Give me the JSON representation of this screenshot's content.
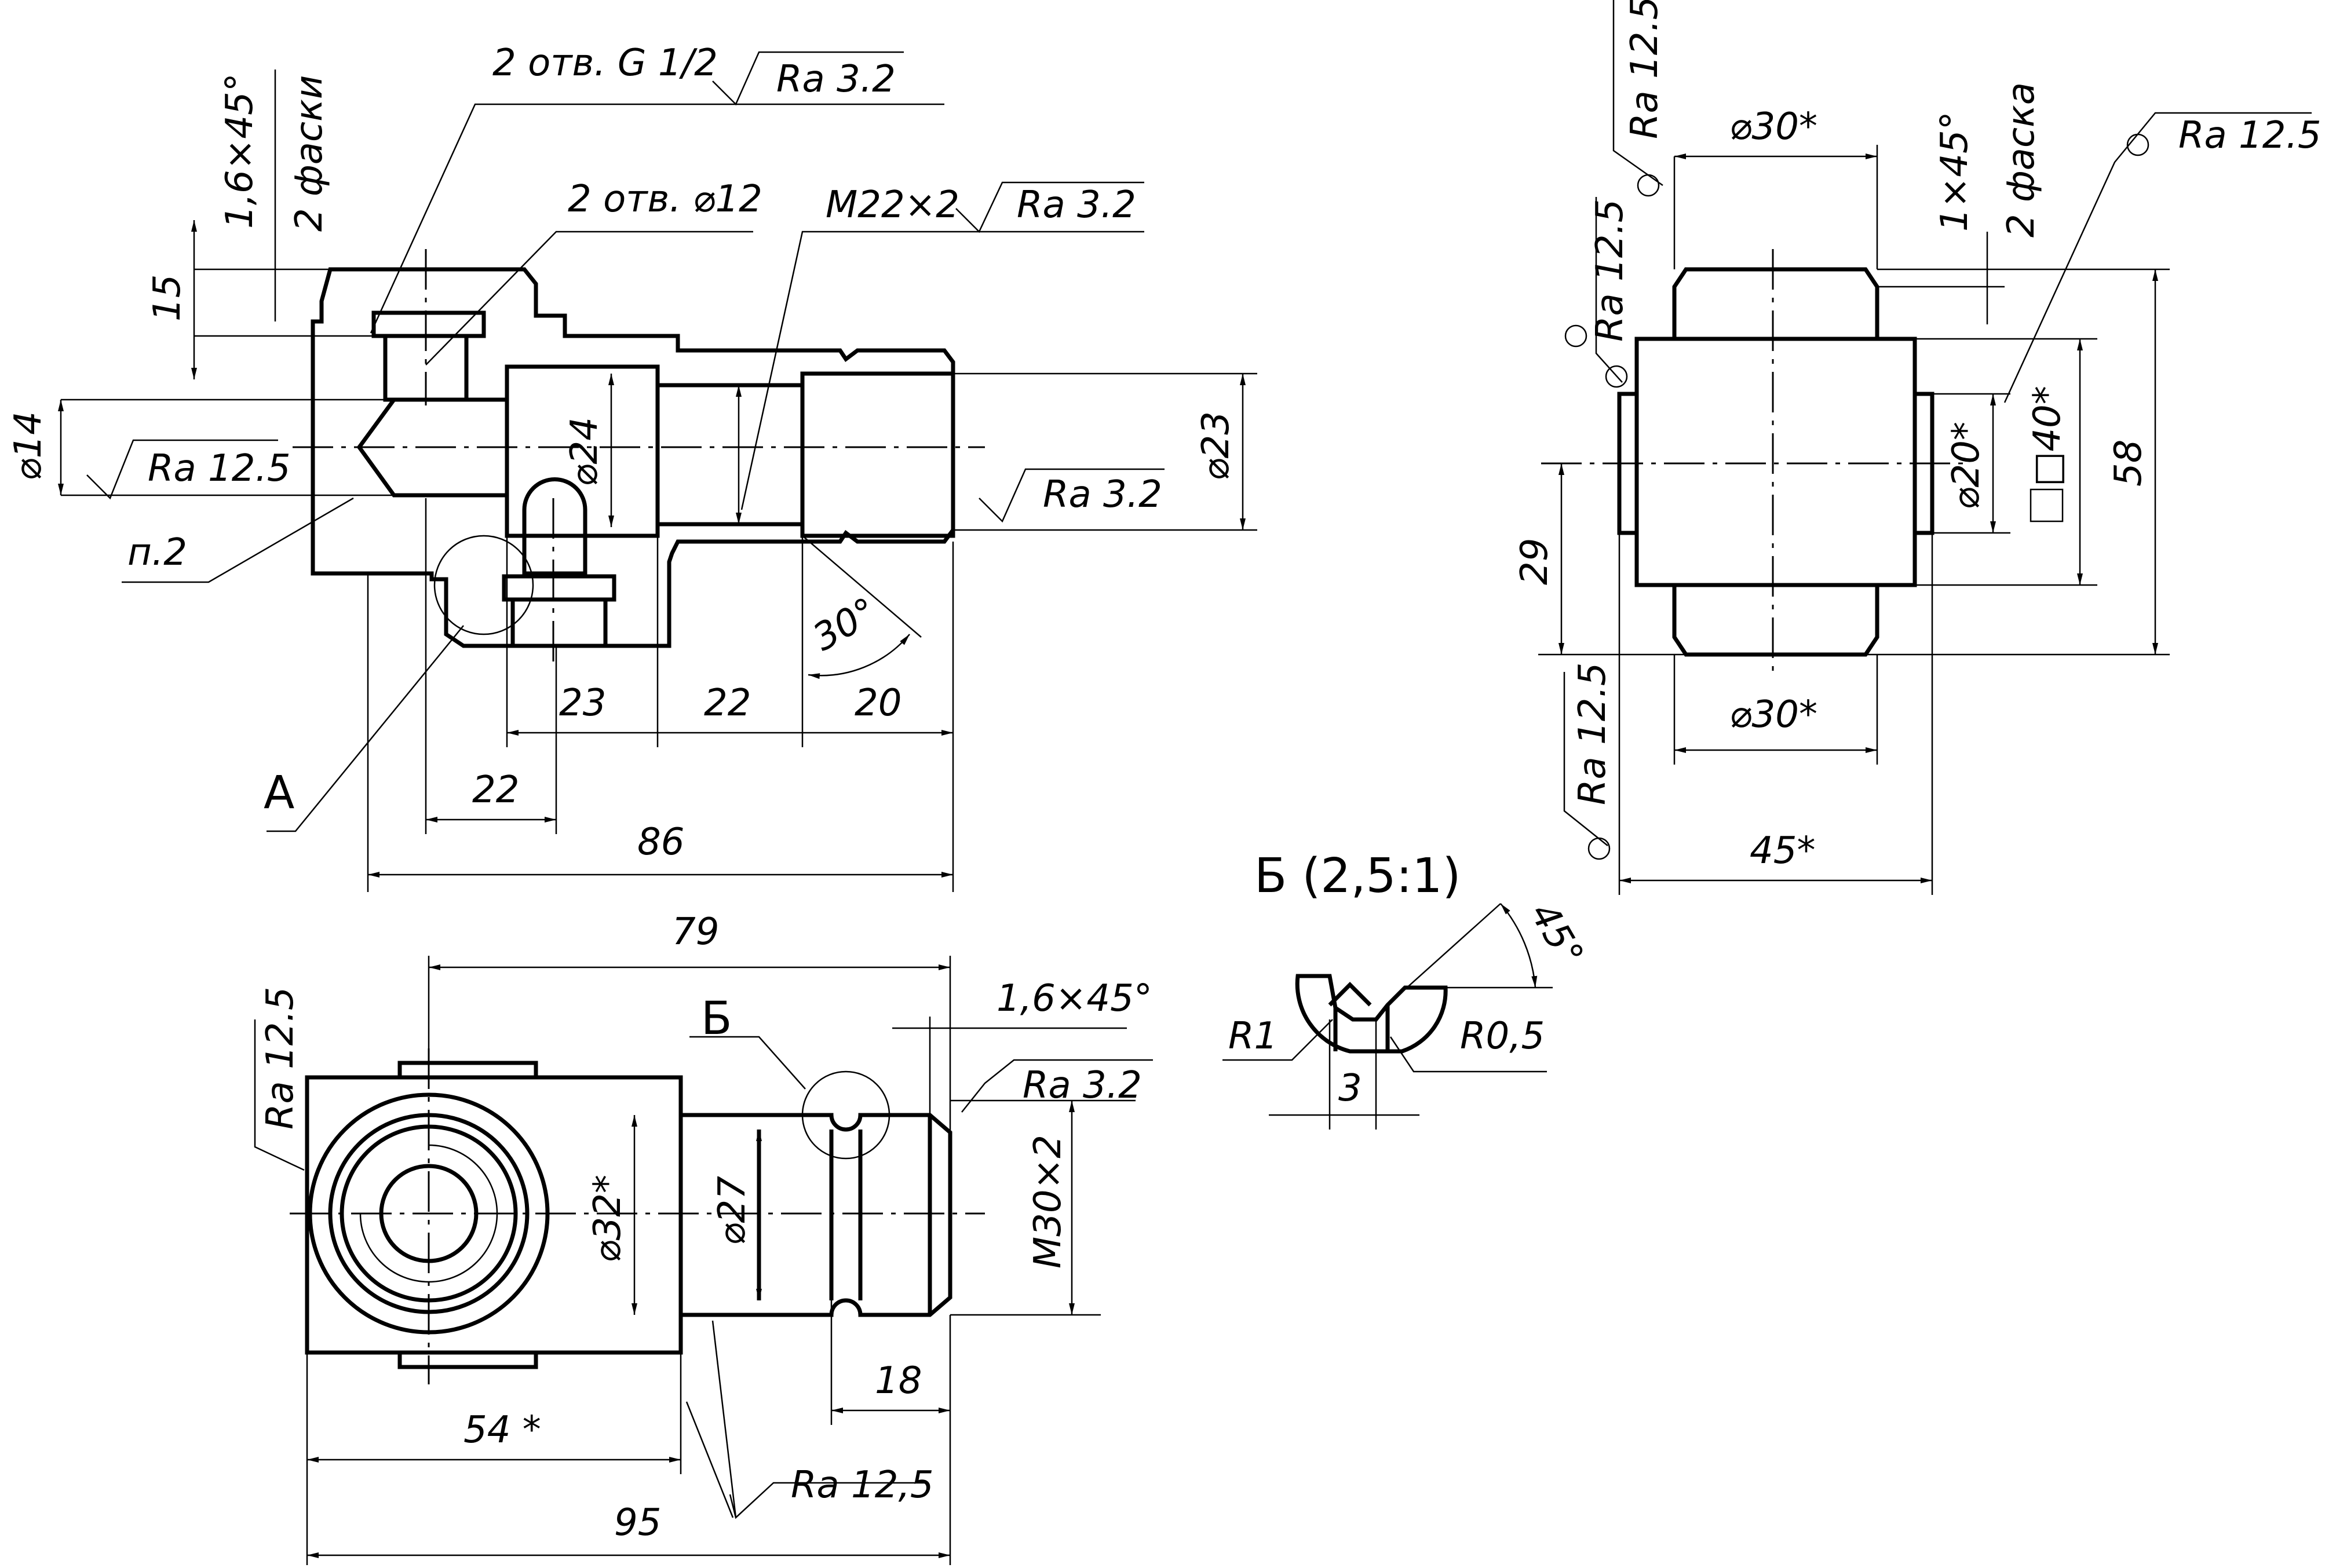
{
  "section_view": {
    "holes_thread": "2 отв. G 1/2",
    "holes_thread_ra": "Ra 3.2",
    "holes_12": "2 отв. ⌀12",
    "thread_m22": "M22×2",
    "thread_m22_ra": "Ra 3.2",
    "chamfer": "1,6×45°",
    "chamfer_count": "2 фаски",
    "dim_15": "15",
    "dim_d14": "⌀14",
    "ra_12_5": "Ra 12.5",
    "note_p2": "п.2",
    "dim_d24": "⌀24",
    "dim_d23": "⌀23",
    "ra_3_2_right": "Ra 3.2",
    "angle_30": "30°",
    "dim_23": "23",
    "dim_22a": "22",
    "dim_20": "20",
    "dim_22b": "22",
    "dim_86": "86",
    "view_a_label": "А"
  },
  "plan_view": {
    "dim_79": "79",
    "detail_label": "Б",
    "chamfer": "1,6×45°",
    "ra_3_2": "Ra 3.2",
    "ra_12_5_left": "Ra 12.5",
    "dim_d32": "⌀32*",
    "dim_d27": "⌀27",
    "thread_m30": "M30×2",
    "dim_18": "18",
    "dim_54": "54 *",
    "ra_12_5_bottom": "Ra 12,5",
    "dim_95": "95"
  },
  "side_view": {
    "ra_12_5_top": "Ra 12.5",
    "dim_d30_top": "⌀30*",
    "chamfer": "1×45°",
    "chamfer_count": "2 фаска",
    "ra_12_5_right": "Ra 12.5",
    "ra_12_5_left_upper": "Ra 12.5",
    "dim_d20": "⌀20*",
    "dim_sq40": "□40*",
    "dim_58": "58",
    "dim_29": "29",
    "dim_d30_bottom": "⌀30*",
    "ra_12_5_left_lower": "Ra 12.5",
    "dim_45": "45*"
  },
  "detail_view": {
    "title": "Б  (2,5:1)",
    "angle_45": "45°",
    "r1": "R1",
    "r05": "R0,5",
    "dim_3": "3"
  }
}
